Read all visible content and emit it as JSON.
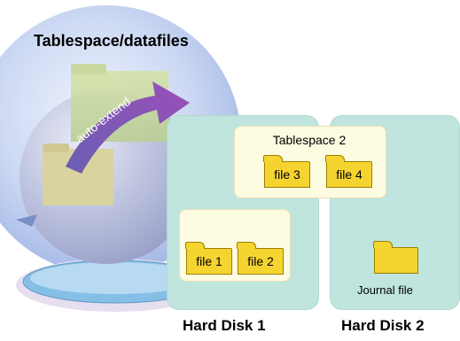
{
  "title": "Tablespace/datafiles",
  "arrow_label": "auto-extend",
  "tablespace2": {
    "label": "Tablespace 2",
    "files": [
      "file 3",
      "file 4"
    ]
  },
  "tablespace1": {
    "files": [
      "file 1",
      "file 2"
    ]
  },
  "journal_label": "Journal file",
  "disks": [
    "Hard Disk 1",
    "Hard Disk 2"
  ],
  "colors": {
    "disk": "#bfe5de",
    "tablespace": "#fdfbe0",
    "folder": "#f6d430",
    "arrow": "#8a59b8",
    "globe": "#c5d2ee"
  }
}
